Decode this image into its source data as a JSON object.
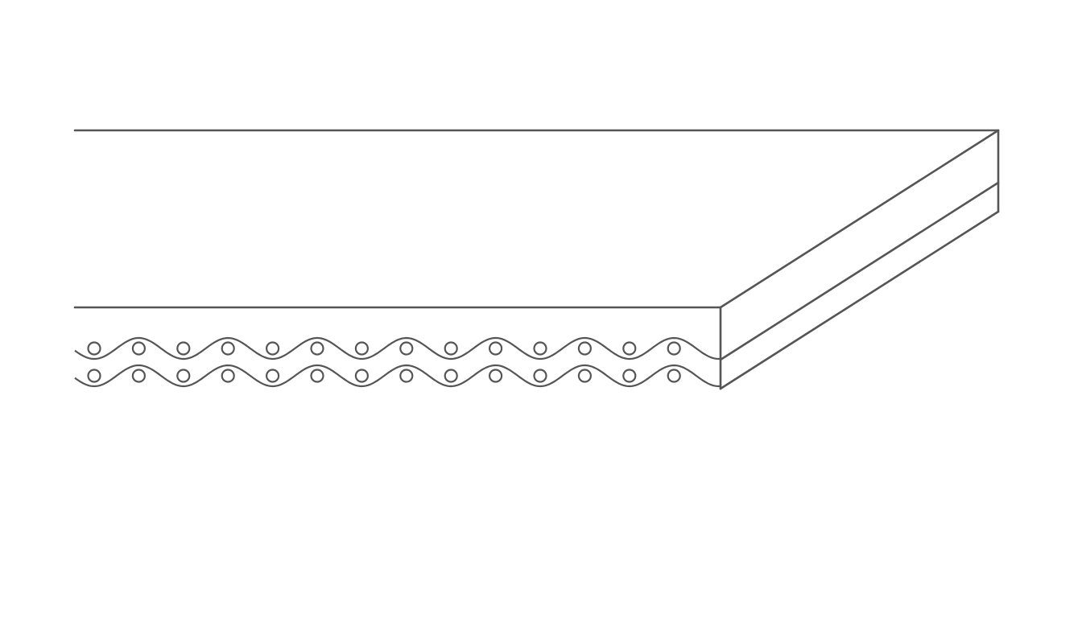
{
  "diagram": {
    "subject": "belt-cross-section",
    "line_color": "#555555",
    "background_color": "#ffffff",
    "weave_layers": 2,
    "fibers_per_layer": 14
  }
}
